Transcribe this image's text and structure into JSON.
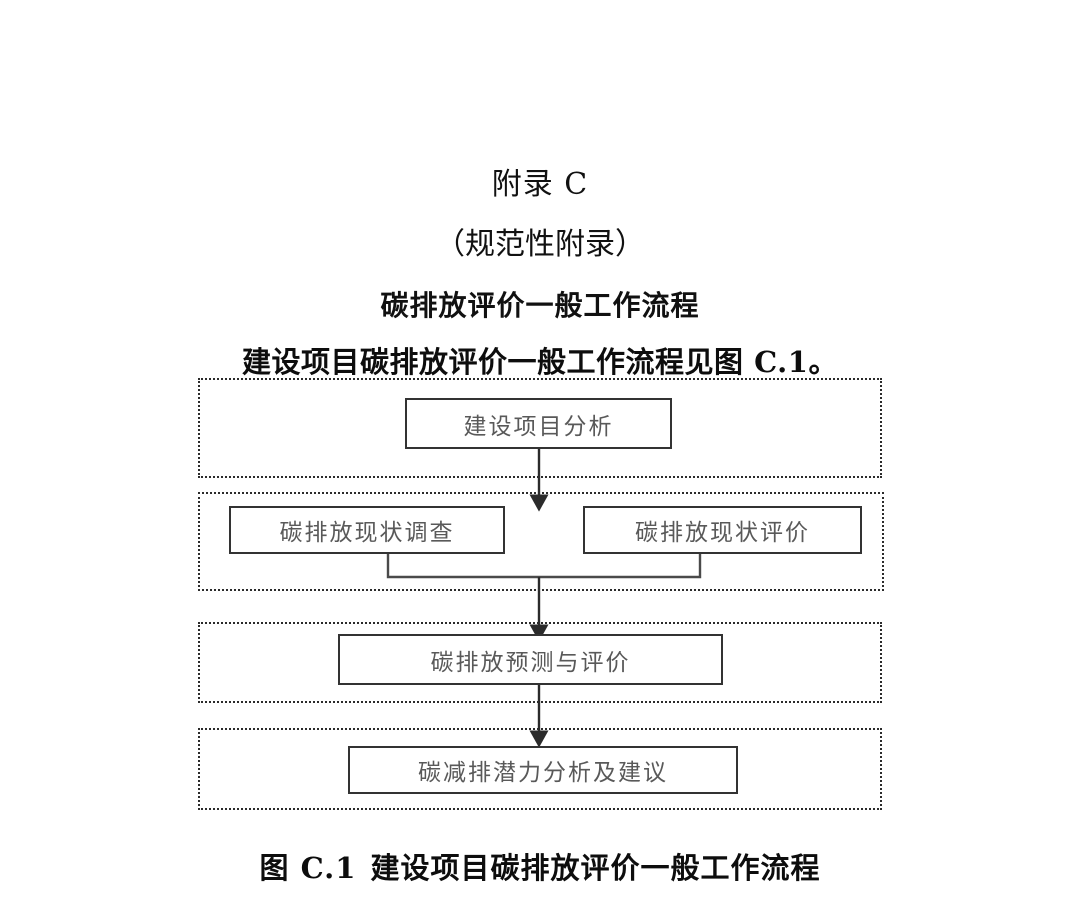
{
  "document": {
    "appendix_label": "附录 C",
    "normative_label": "（规范性附录）",
    "section_title": "碳排放评价一般工作流程",
    "lead_paragraph": "建设项目碳排放评价一般工作流程见图 C.1。"
  },
  "figure": {
    "caption_number": "图 C.1",
    "caption_text": "建设项目碳排放评价一般工作流程",
    "stages": [
      {
        "id": "stage-1",
        "nodes": [
          "建设项目分析"
        ]
      },
      {
        "id": "stage-2",
        "nodes": [
          "碳排放现状调查",
          "碳排放现状评价"
        ]
      },
      {
        "id": "stage-3",
        "nodes": [
          "碳排放预测与评价"
        ]
      },
      {
        "id": "stage-4",
        "nodes": [
          "碳减排潜力分析及建议"
        ]
      }
    ],
    "node_labels": {
      "n1": "建设项目分析",
      "n2": "碳排放现状调查",
      "n3": "碳排放现状评价",
      "n4": "碳排放预测与评价",
      "n5": "碳减排潜力分析及建议"
    },
    "colors": {
      "node_border": "#333333",
      "node_text": "#595959",
      "band_border": "#2b2b2b",
      "connector": "#2b2b2b",
      "page_background": "#ffffff"
    }
  }
}
